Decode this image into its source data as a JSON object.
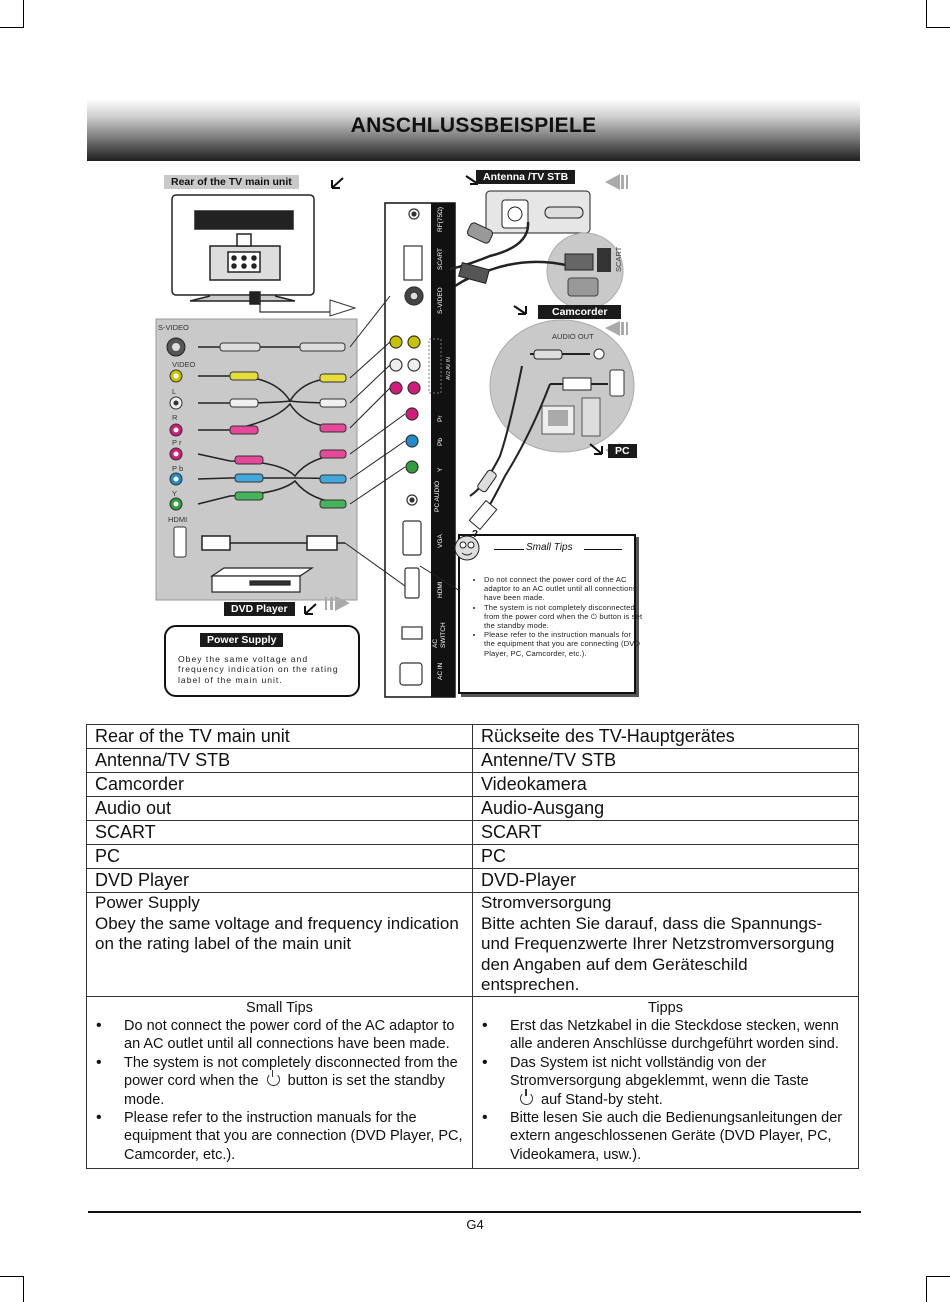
{
  "header": {
    "title": "ANSCHLUSSBEISPIELE"
  },
  "diagram": {
    "rear_label": "Rear of the TV main unit",
    "antenna_label": "Antenna /TV STB",
    "camcorder_label": "Camcorder",
    "pc_label": "PC",
    "dvd_label": "DVD Player",
    "audio_out": "AUDIO OUT",
    "scart_side": "SCART",
    "left_panel": {
      "svideo": "S-VIDEO",
      "video": "VIDEO",
      "l": "L",
      "r": "R",
      "pr": "P r",
      "pb": "P b",
      "y": "Y",
      "hdmi": "HDMI"
    },
    "strip": [
      "RF(75Ω)",
      "SCART",
      "S-VIDEO",
      "AV2 AV IN",
      "Pr",
      "Pb",
      "Y",
      "PC AUDIO",
      "VGA",
      "HDMI",
      "AC SWITCH",
      "AC IN"
    ],
    "power_supply": {
      "title": "Power Supply",
      "text": "Obey the same voltage and frequency indication on the rating label of the main unit."
    },
    "small_tips": {
      "title": "Small Tips",
      "items": [
        "Do not connect the power cord of the AC adaptor to an AC outlet until all connections have been made.",
        "The system is not completely disconnected from the power cord when the ⏻ button is set the standby mode.",
        "Please refer to the instruction manuals for the equipment that you are connecting (DVD Player, PC, Camcorder, etc.)."
      ]
    }
  },
  "table": {
    "rows": [
      {
        "en": "Rear of the TV main unit",
        "de": "Rückseite des TV-Hauptgerätes"
      },
      {
        "en": "Antenna/TV STB",
        "de": "Antenne/TV STB"
      },
      {
        "en": "Camcorder",
        "de": "Videokamera"
      },
      {
        "en": "Audio out",
        "de": "Audio-Ausgang"
      },
      {
        "en": "SCART",
        "de": "SCART"
      },
      {
        "en": "PC",
        "de": "PC"
      },
      {
        "en": "DVD Player",
        "de": "DVD-Player"
      }
    ],
    "power": {
      "en_title": "Power Supply",
      "en_text": "Obey the same voltage and frequency indication on the rating label of the main unit",
      "de_title": "Stromversorgung",
      "de_text": "Bitte achten Sie darauf, dass die Spannungs- und Frequenzwerte Ihrer Netzstromversorgung den Angaben auf dem Geräteschild entsprechen."
    },
    "tips": {
      "en_title": "Small Tips",
      "en_1": "Do not connect the power cord of the AC adaptor to an AC outlet until all connections have been made.",
      "en_2a": "The system is not completely disconnected from the power cord when the",
      "en_2b": "button is set the standby mode.",
      "en_3": "Please refer to the instruction manuals for the equipment that you are connection (DVD Player, PC, Camcorder, etc.).",
      "de_title": "Tipps",
      "de_1": "Erst das Netzkabel in die Steckdose stecken, wenn alle anderen Anschlüsse durchgeführt worden sind.",
      "de_2a": "Das System ist nicht vollständig von der Stromversorgung abgeklemmt, wenn die Taste",
      "de_2b": "auf Stand-by steht.",
      "de_3": "Bitte lesen Sie auch die Bedienungsanleitungen der extern angeschlossenen Geräte (DVD Player, PC, Videokamera, usw.)."
    }
  },
  "footer": {
    "page": "G4"
  }
}
